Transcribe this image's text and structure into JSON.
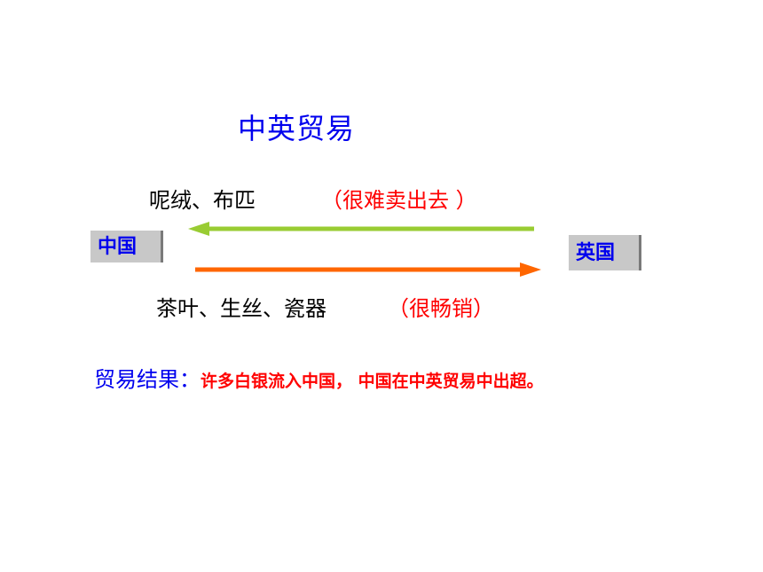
{
  "title": "中英贸易",
  "flow_top": {
    "goods": "呢绒、布匹",
    "note": "（很难卖出去 ）",
    "arrow_color": "#99cc33"
  },
  "flow_bottom": {
    "goods": "茶叶、生丝、瓷器",
    "note": "（很畅销）",
    "arrow_color": "#ff6600"
  },
  "countries": {
    "china": "中国",
    "uk": "英国"
  },
  "result": {
    "label": "贸易结果：",
    "text": "许多白银流入中国， 中国在中英贸易中出超。"
  },
  "colors": {
    "title": "#0000ee",
    "note": "#ff0000",
    "country_box": "#c8c8c8"
  }
}
